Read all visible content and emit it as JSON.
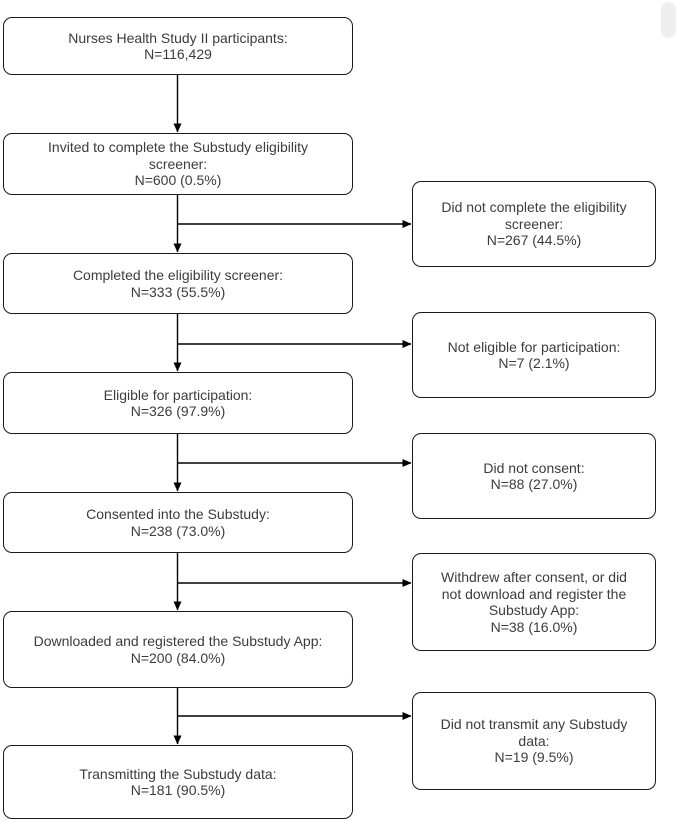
{
  "main_boxes": [
    {
      "lines": [
        "Nurses Health Study II participants:",
        "N=116,429"
      ]
    },
    {
      "lines": [
        "Invited to complete the Substudy eligibility",
        "screener:",
        "N=600 (0.5%)"
      ]
    },
    {
      "lines": [
        "Completed the eligibility screener:",
        "N=333 (55.5%)"
      ]
    },
    {
      "lines": [
        "Eligible for participation:",
        "N=326 (97.9%)"
      ]
    },
    {
      "lines": [
        "Consented into the Substudy:",
        "N=238 (73.0%)"
      ]
    },
    {
      "lines": [
        "Downloaded and registered the Substudy App:",
        "N=200 (84.0%)"
      ]
    },
    {
      "lines": [
        "Transmitting the Substudy data:",
        "N=181 (90.5%)"
      ]
    }
  ],
  "side_boxes": [
    {
      "lines": [
        "Did not complete the eligibility",
        "screener:",
        "N=267 (44.5%)"
      ]
    },
    {
      "lines": [
        "Not eligible for participation:",
        "N=7 (2.1%)"
      ]
    },
    {
      "lines": [
        "Did not consent:",
        "N=88 (27.0%)"
      ]
    },
    {
      "lines": [
        "Withdrew after consent, or did",
        "not download and register the",
        "Substudy App:",
        "N=38 (16.0%)"
      ]
    },
    {
      "lines": [
        "Did not transmit any Substudy",
        "data:",
        "N=19 (9.5%)"
      ]
    }
  ]
}
